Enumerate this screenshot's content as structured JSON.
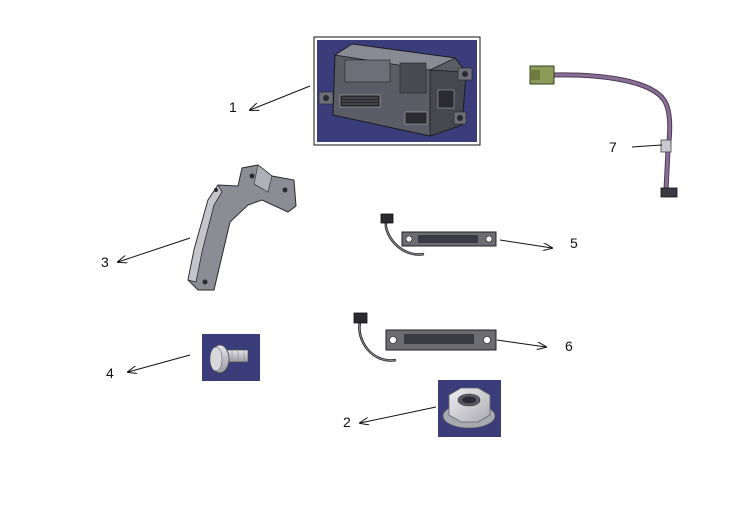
{
  "callouts": {
    "c1": "1",
    "c2": "2",
    "c3": "3",
    "c4": "4",
    "c5": "5",
    "c6": "6",
    "c7": "7"
  },
  "parts": [
    {
      "id": "1",
      "icon": "control-module-icon"
    },
    {
      "id": "2",
      "icon": "flange-nut-icon"
    },
    {
      "id": "3",
      "icon": "mounting-bracket-icon"
    },
    {
      "id": "4",
      "icon": "bolt-icon"
    },
    {
      "id": "5",
      "icon": "antenna-icon"
    },
    {
      "id": "6",
      "icon": "antenna-icon"
    },
    {
      "id": "7",
      "icon": "wire-harness-icon"
    }
  ],
  "colors": {
    "thumbnail_bg": "#3b3d7a",
    "thumbnail_border": "#111111",
    "part_gray": "#6c6c72",
    "part_dark": "#2c2c30",
    "harness_purple": "#8a6e95",
    "connector_green": "#8c9a5a",
    "line": "#111111"
  }
}
